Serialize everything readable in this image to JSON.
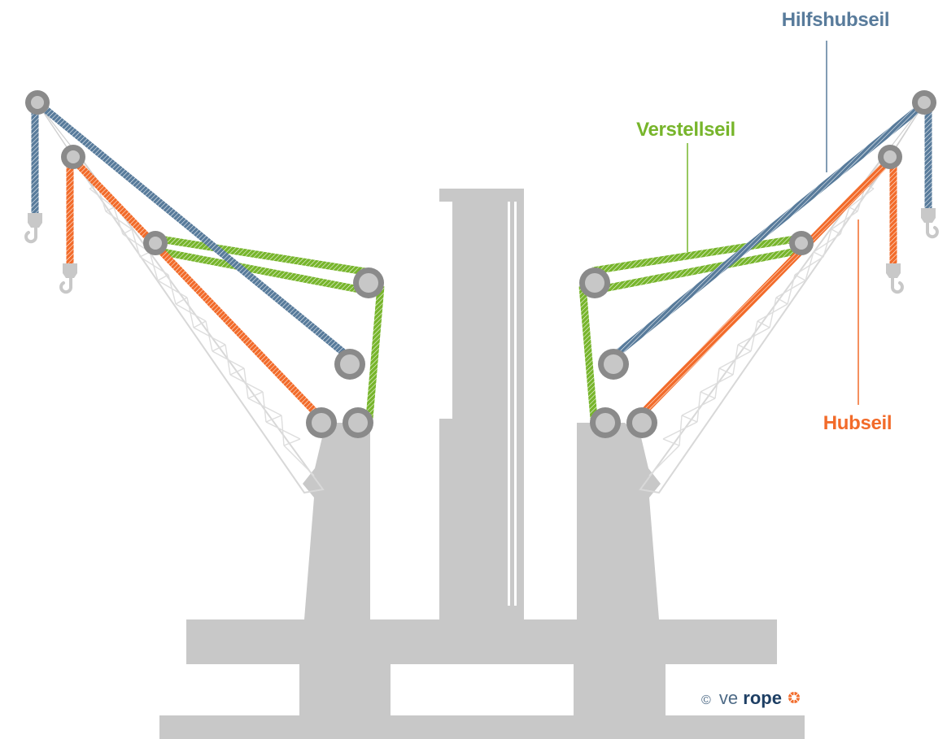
{
  "labels": {
    "auxiliary_hoist_rope": "Hilfshubseil",
    "luffing_rope": "Verstellseil",
    "hoist_rope": "Hubseil"
  },
  "copyright": {
    "symbol": "©",
    "brand_light": "ve",
    "brand_bold": "rope"
  },
  "colors": {
    "auxiliary_hoist_rope": "#587b9b",
    "luffing_rope": "#77b52b",
    "hoist_rope": "#f26b2a",
    "structure": "#c8c8c8",
    "sheave": "#8a8a8a",
    "sheave_center": "#c7c7c7"
  },
  "icons": {
    "hook": "hook-icon",
    "brand_mark": "verope-logo-icon"
  }
}
